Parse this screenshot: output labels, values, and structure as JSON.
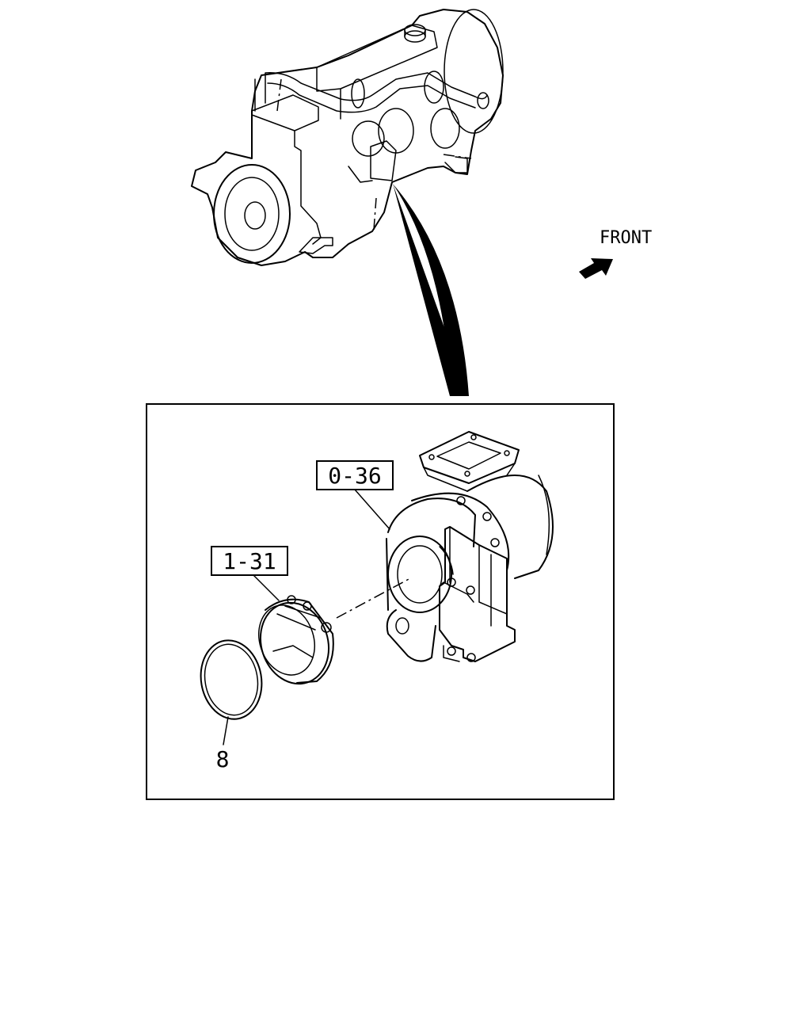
{
  "orientation": {
    "label": "FRONT",
    "icon": "front-arrow-icon"
  },
  "callouts": {
    "turbocharger": "0-36",
    "clamp": "1-31",
    "gasket": "8"
  }
}
